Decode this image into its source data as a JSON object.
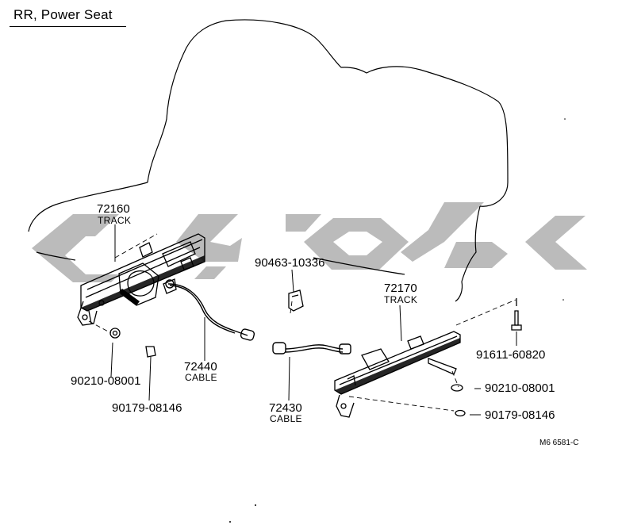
{
  "title": "RR, Power Seat",
  "parts": [
    {
      "number": "72160",
      "name": "TRACK"
    },
    {
      "number": "90463-10336"
    },
    {
      "number": "72170",
      "name": "TRACK"
    },
    {
      "number": "91611-60820"
    },
    {
      "number": "90210-08001"
    },
    {
      "number": "90179-08146"
    },
    {
      "number": "72440",
      "name": "CABLE"
    },
    {
      "number": "72430",
      "name": "CABLE"
    },
    {
      "number": "90210-08001"
    },
    {
      "number": "90179-08146"
    }
  ],
  "figure_code": "M6 6581-C",
  "colors": {
    "line": "#000000",
    "watermark": "#b4b4b4",
    "background": "#ffffff"
  }
}
